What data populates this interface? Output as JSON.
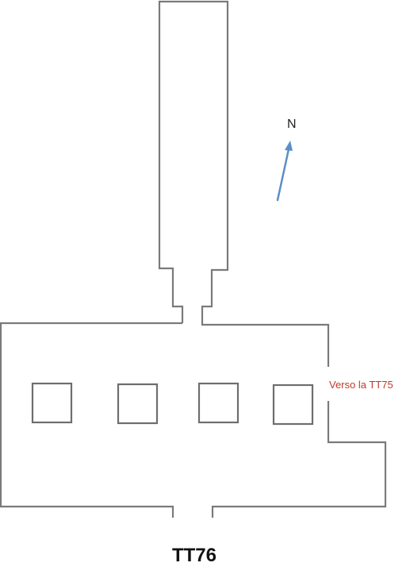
{
  "compass": {
    "label": "N",
    "color": "#5b8fc7"
  },
  "annotation": {
    "label": "Verso la TT75",
    "color": "#c0392b"
  },
  "tomb": {
    "label": "TT76"
  },
  "colors": {
    "walls": "#7a7a7a",
    "background": "#ffffff"
  },
  "structure": {
    "pillar_count": 4
  }
}
